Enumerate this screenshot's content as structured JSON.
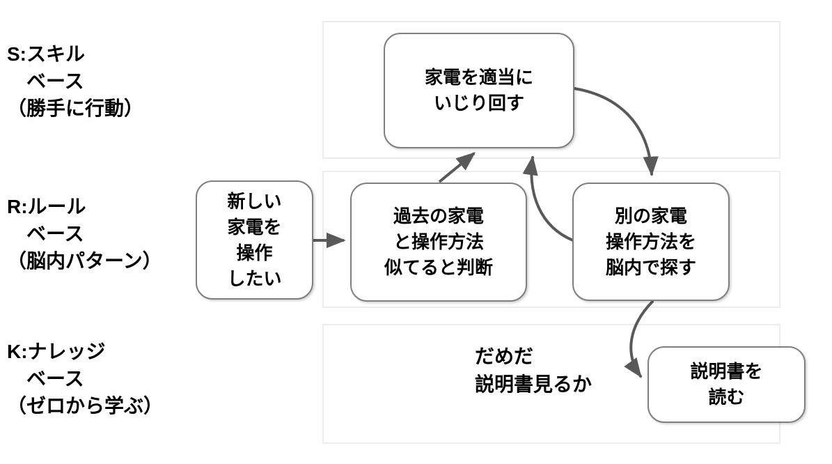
{
  "diagram": {
    "rows": [
      {
        "id": "skill",
        "label": "S:スキル\n　ベース\n（勝手に行動）"
      },
      {
        "id": "rule",
        "label": "R:ルール\n　ベース\n（脳内パターン）"
      },
      {
        "id": "knowledge",
        "label": "K:ナレッジ\n　ベース\n（ゼロから学ぶ）"
      }
    ],
    "nodes": [
      {
        "id": "tinker",
        "row": "skill",
        "text": "家電を適当に\nいじり回す"
      },
      {
        "id": "want",
        "row": "rule",
        "text": "新しい\n家電を\n操作\nしたい"
      },
      {
        "id": "similar",
        "row": "rule",
        "text": "過去の家電\nと操作方法\n似てると判断"
      },
      {
        "id": "search",
        "row": "rule",
        "text": "別の家電\n操作方法を\n脳内で探す"
      },
      {
        "id": "manual",
        "row": "knowledge",
        "text": "説明書を\n読む"
      }
    ],
    "note": "だめだ\n説明書見るか",
    "edges": [
      {
        "from": "want",
        "to": "similar"
      },
      {
        "from": "similar",
        "to": "tinker"
      },
      {
        "from": "tinker",
        "to": "search"
      },
      {
        "from": "search",
        "to": "tinker"
      },
      {
        "from": "search",
        "to": "manual"
      }
    ],
    "colors": {
      "arrow": "#595959",
      "node_border": "#7f7f7f",
      "band_border": "#ececec",
      "text": "#000000"
    }
  }
}
